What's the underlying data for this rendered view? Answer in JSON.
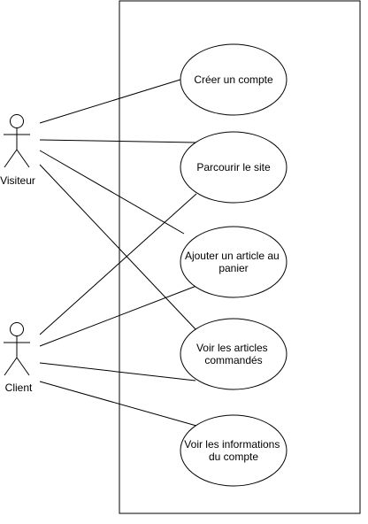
{
  "diagram": {
    "actors": [
      {
        "id": "visiteur",
        "label": "Visiteur"
      },
      {
        "id": "client",
        "label": "Client"
      }
    ],
    "use_cases": [
      {
        "id": "creer-compte",
        "lines": [
          "Créer un compte"
        ]
      },
      {
        "id": "parcourir-site",
        "lines": [
          "Parcourir le site"
        ]
      },
      {
        "id": "ajouter-article",
        "lines": [
          "Ajouter un article au",
          "panier"
        ]
      },
      {
        "id": "voir-articles",
        "lines": [
          "Voir les articles",
          "commandés"
        ]
      },
      {
        "id": "voir-informations",
        "lines": [
          "Voir les informations",
          "du compte"
        ]
      }
    ]
  }
}
